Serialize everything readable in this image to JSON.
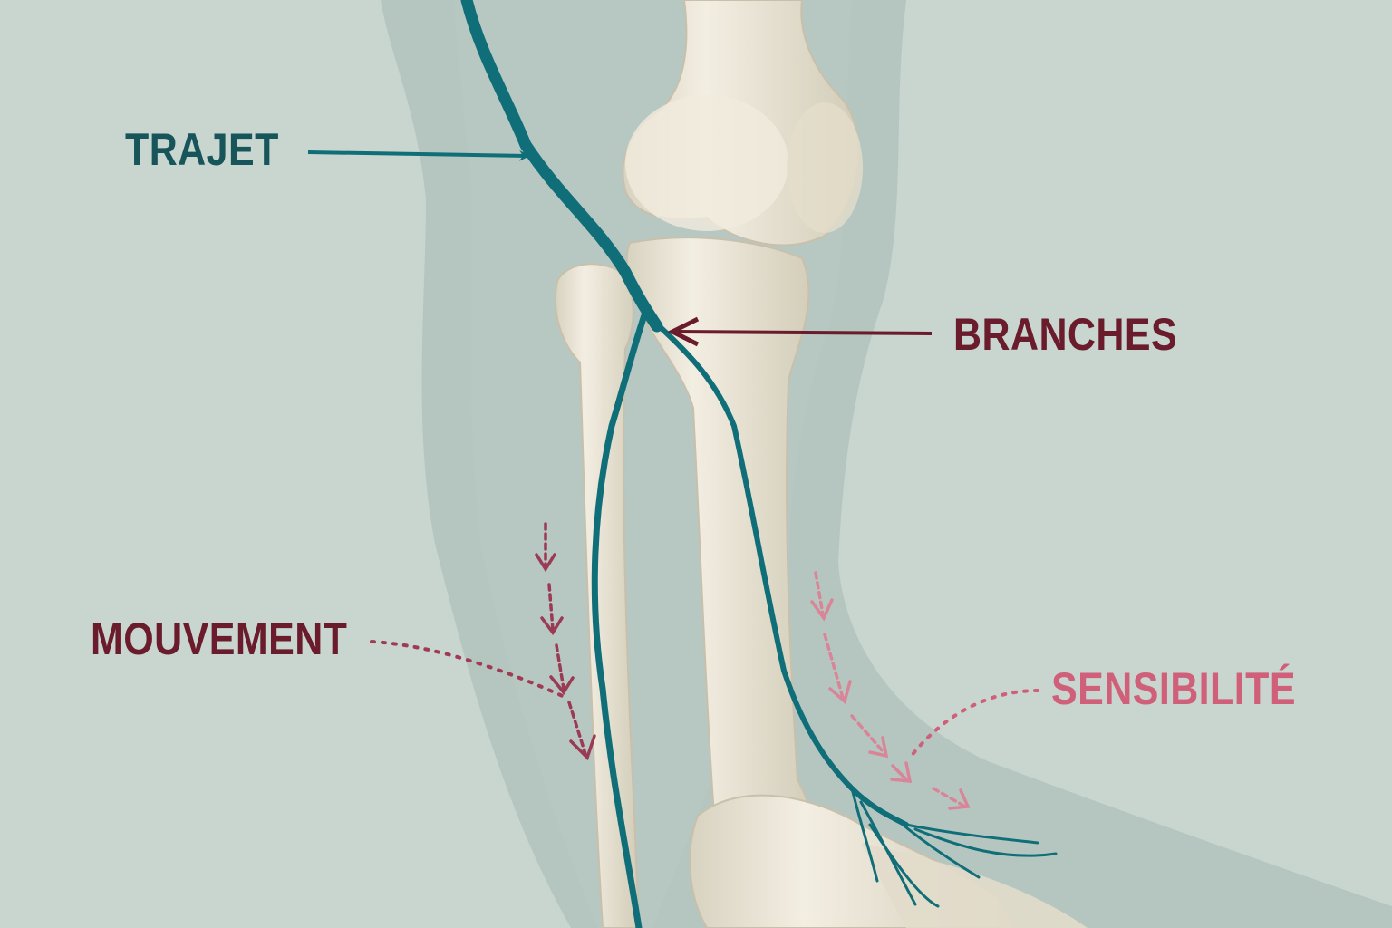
{
  "labels": {
    "trajet": "TRAJET",
    "branches": "BRANCHES",
    "mouvement": "MOUVEMENT",
    "sensibilite": "SENSIBILITÉ"
  },
  "colors": {
    "background": "#c9d6d0",
    "nerve": "#0f6e78",
    "trajet_text": "#17555a",
    "branches_text": "#6a1c2c",
    "mouvement_text": "#6a1c2c",
    "sensibilite_text": "#d0607a",
    "bone": "#ece6d6",
    "leg_silhouette": "#a9bab6"
  }
}
